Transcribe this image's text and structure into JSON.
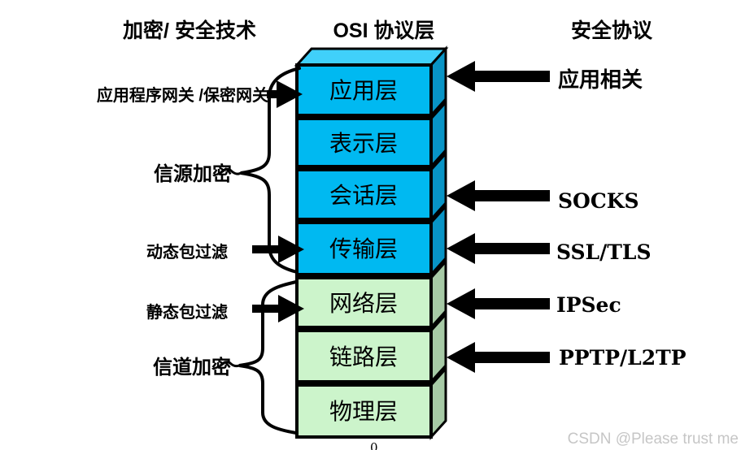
{
  "diagram": {
    "headers": {
      "left": "加密/ 安全技术",
      "middle": "OSI 协议层",
      "right": "安全协议"
    },
    "osi_stack": {
      "layers": [
        {
          "label": "应用层",
          "group": "upper-blue"
        },
        {
          "label": "表示层",
          "group": "upper-blue"
        },
        {
          "label": "会话层",
          "group": "upper-blue"
        },
        {
          "label": "传输层",
          "group": "upper-blue"
        },
        {
          "label": "网络层",
          "group": "lower-green"
        },
        {
          "label": "链路层",
          "group": "lower-green"
        },
        {
          "label": "物理层",
          "group": "lower-green"
        }
      ]
    },
    "security_techniques": [
      {
        "label": "应用程序网关 /保密网关",
        "connector": "arrow",
        "target": "应用层"
      },
      {
        "label": "信源加密",
        "connector": "brace",
        "target": "应用层–传输层"
      },
      {
        "label": "动态包过滤",
        "connector": "arrow",
        "target": "传输层"
      },
      {
        "label": "静态包过滤",
        "connector": "arrow",
        "target": "网络层"
      },
      {
        "label": "信道加密",
        "connector": "brace",
        "target": "网络层–物理层"
      }
    ],
    "security_protocols": [
      {
        "label": "应用相关",
        "target": "应用层"
      },
      {
        "label": "SOCKS",
        "target": "会话层"
      },
      {
        "label": "SSL/TLS",
        "target": "传输层"
      },
      {
        "label": "IPSec",
        "target": "网络层"
      },
      {
        "label": "PPTP/L2TP",
        "target": "链路层"
      }
    ],
    "footnote": "0",
    "watermark": "CSDN @Please trust me",
    "colors": {
      "upper_layer_front": "#00b9f1",
      "upper_layer_side": "#0894c6",
      "upper_layer_top": "#40d0fa",
      "lower_layer_front": "#ccf4cb",
      "lower_layer_side": "#a7caa6",
      "outline": "#000000",
      "watermark_gray": "#c6c6c6"
    }
  }
}
